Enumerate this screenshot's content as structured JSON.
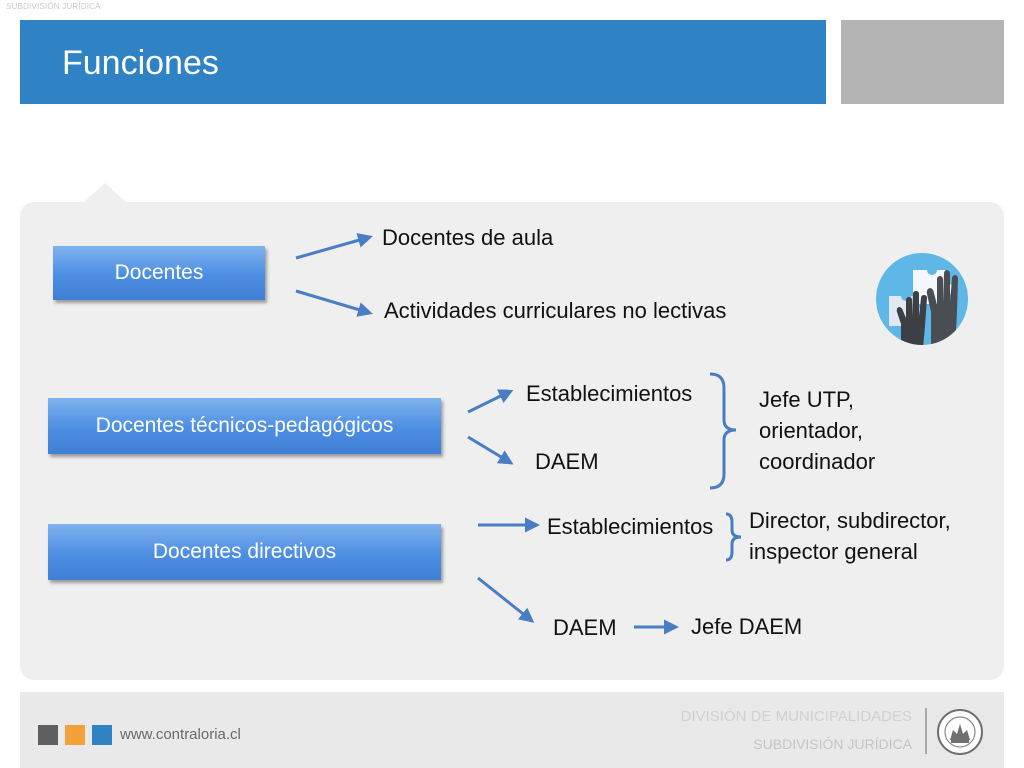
{
  "header": {
    "tag": "SUBDIVISIÓN JURÍDICA",
    "title": "Funciones"
  },
  "categories": {
    "docentes": "Docentes",
    "tecnicos": "Docentes técnicos-pedagógicos",
    "directivos": "Docentes directivos"
  },
  "branches": {
    "aula": "Docentes de aula",
    "curriculares": "Actividades curriculares no lectivas",
    "tec_establecimientos": "Establecimientos",
    "tec_daem": "DAEM",
    "tec_roles_1": "Jefe UTP,",
    "tec_roles_2": "orientador,",
    "tec_roles_3": "coordinador",
    "dir_establecimientos": "Establecimientos",
    "dir_roles_1": "Director, subdirector,",
    "dir_roles_2": "inspector general",
    "dir_daem": "DAEM",
    "dir_jefe": "Jefe DAEM"
  },
  "footer": {
    "url": "www.contraloria.cl",
    "division": "DIVISIÓN DE MUNICIPALIDADES",
    "subdivision": "SUBDIVISIÓN JURÍDICA"
  },
  "colors": {
    "brand_blue": "#2f83c5",
    "arrow_blue": "#4a7ec4",
    "accent_orange": "#f2a13b"
  },
  "icons": {
    "illustration": "puzzle-hands-icon",
    "seal": "contraloria-seal-icon"
  }
}
